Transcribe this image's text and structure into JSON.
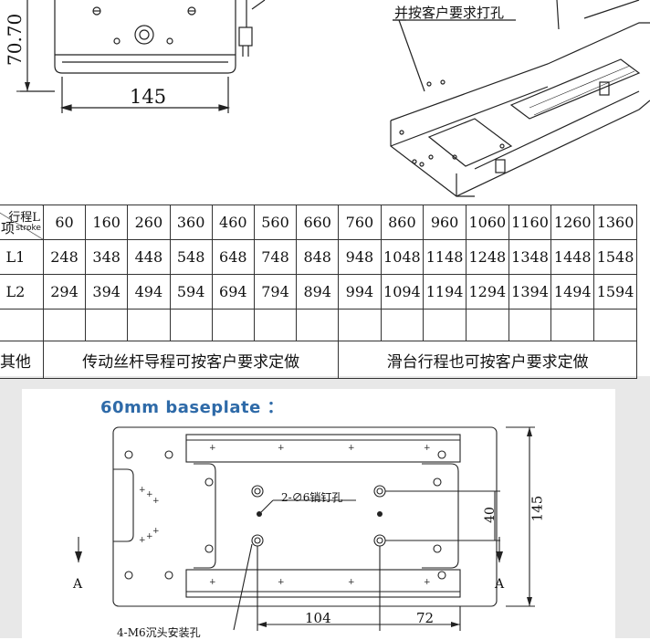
{
  "top": {
    "dim_height": "70.70",
    "dim_width": "145",
    "note_line": "并按客户要求打孔"
  },
  "table": {
    "header_row_label": "项",
    "header_main": "行程L",
    "header_sub": "stroke",
    "strokes": [
      "60",
      "160",
      "260",
      "360",
      "460",
      "560",
      "660",
      "760",
      "860",
      "960",
      "1060",
      "1160",
      "1260",
      "1360"
    ],
    "rows": [
      {
        "label": "L1",
        "values": [
          "248",
          "348",
          "448",
          "548",
          "648",
          "748",
          "848",
          "948",
          "1048",
          "1148",
          "1248",
          "1348",
          "1448",
          "1548"
        ]
      },
      {
        "label": "L2",
        "values": [
          "294",
          "394",
          "494",
          "594",
          "694",
          "794",
          "894",
          "994",
          "1094",
          "1194",
          "1294",
          "1394",
          "1494",
          "1594"
        ]
      }
    ],
    "other_label": "其他",
    "other_text_1": "传动丝杆导程可按客户要求定做",
    "other_text_2": "滑台行程也可按客户要求定做"
  },
  "baseplate": {
    "title": "60mm baseplate ：",
    "pin_label": "2-∅6销钉孔",
    "mount_label": "4-M6沉头安装孔",
    "dim_145": "145",
    "dim_40": "40",
    "dim_104": "104",
    "dim_72": "72",
    "section_a": "A"
  }
}
